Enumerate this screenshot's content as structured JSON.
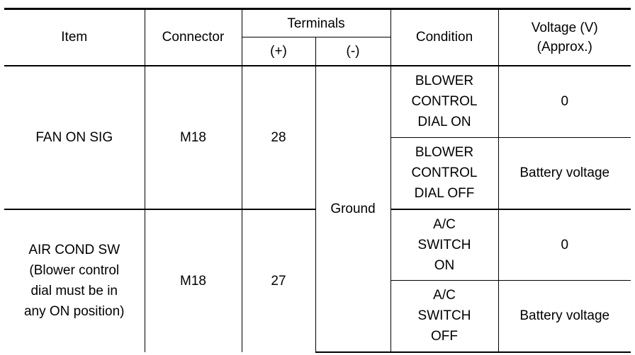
{
  "header": {
    "item": "Item",
    "connector": "Connector",
    "terminals": "Terminals",
    "plus": "(+)",
    "minus": "(-)",
    "condition": "Condition",
    "voltage": "Voltage (V)\n(Approx.)"
  },
  "negative_terminal": "Ground",
  "rows": [
    {
      "item": "FAN ON SIG",
      "connector": "M18",
      "plus": "28",
      "cases": [
        {
          "condition": "BLOWER\nCONTROL\nDIAL ON",
          "voltage": "0"
        },
        {
          "condition": "BLOWER\nCONTROL\nDIAL OFF",
          "voltage": "Battery voltage"
        }
      ]
    },
    {
      "item": "AIR COND SW\n(Blower control\ndial must be in\nany ON position)",
      "connector": "M18",
      "plus": "27",
      "cases": [
        {
          "condition": "A/C\nSWITCH\nON",
          "voltage": "0"
        },
        {
          "condition": "A/C\nSWITCH\nOFF",
          "voltage": "Battery voltage"
        }
      ]
    }
  ]
}
